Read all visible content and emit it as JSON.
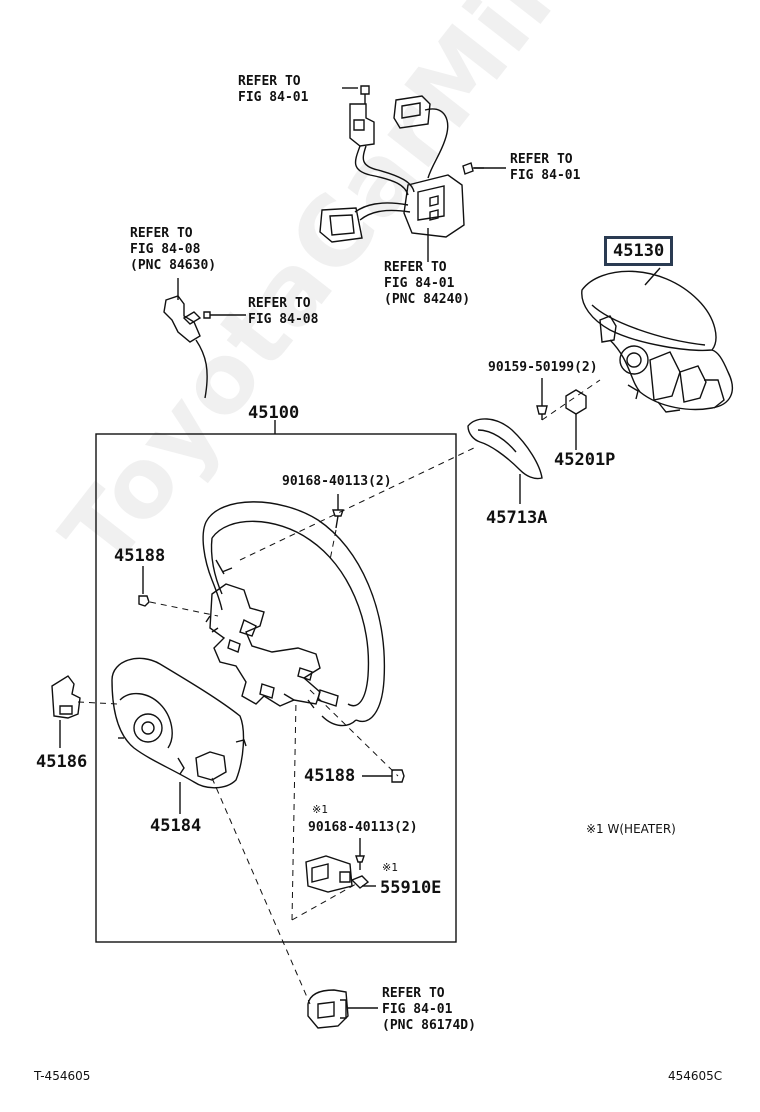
{
  "watermark": "ToyotaCarMine.ru",
  "refs": {
    "top_left": "REFER TO\nFIG 84-01",
    "top_right": "REFER TO\nFIG 84-01",
    "left_pnc": "REFER TO\nFIG 84-08\n(PNC 84630)",
    "left_short": "REFER TO\nFIG 84-08",
    "middle_pnc": "REFER TO\nFIG 84-01\n(PNC 84240)",
    "bottom_pnc": "REFER TO\nFIG 84-01\n(PNC 86174D)"
  },
  "parts": {
    "p45130": "45130",
    "p90159": "90159-50199(2)",
    "p45201P": "45201P",
    "p45713A": "45713A",
    "p45100": "45100",
    "p90168_top": "90168-40113(2)",
    "p45188_top": "45188",
    "p45186": "45186",
    "p45188_bottom": "45188",
    "p45184": "45184",
    "note_mark": "※1",
    "p90168_bottom": "90168-40113(2)",
    "note_mark2": "※1",
    "p55910E": "55910E"
  },
  "legend_note": "※1 W(HEATER)",
  "footer": {
    "left_code": "T-454605",
    "right_code": "454605C"
  },
  "colors": {
    "line": "#111111",
    "highlight_box": "#2a3b52"
  }
}
